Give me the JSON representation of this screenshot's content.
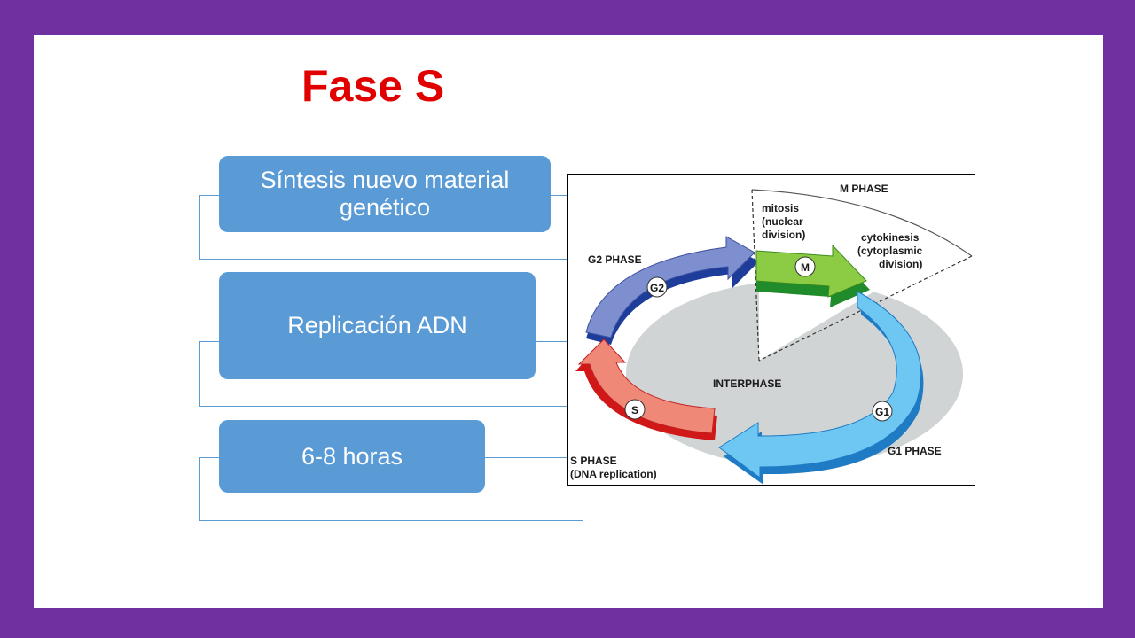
{
  "slide": {
    "title": "Fase S",
    "items": [
      {
        "label": "Síntesis nuevo material genético"
      },
      {
        "label": "Replicación ADN"
      },
      {
        "label": "6-8 horas"
      }
    ]
  },
  "diagram": {
    "m_phase": "M PHASE",
    "mitosis": [
      "mitosis",
      "(nuclear",
      "division)"
    ],
    "cytokinesis": [
      "cytokinesis",
      "(cytoplasmic",
      "division)"
    ],
    "g2_phase": "G2 PHASE",
    "g2_badge": "G2",
    "m_badge": "M",
    "interphase": "INTERPHASE",
    "g1_badge": "G1",
    "g1_phase": "G1 PHASE",
    "s_badge": "S",
    "s_phase": [
      "S PHASE",
      "(DNA replication)"
    ]
  },
  "colors": {
    "background": "#7030a0",
    "title": "#e00000",
    "box": "#5b9bd5",
    "g2": "#7d8fcf",
    "m": "#8ccc45",
    "g1": "#6ec6f2",
    "s": "#f08878"
  }
}
